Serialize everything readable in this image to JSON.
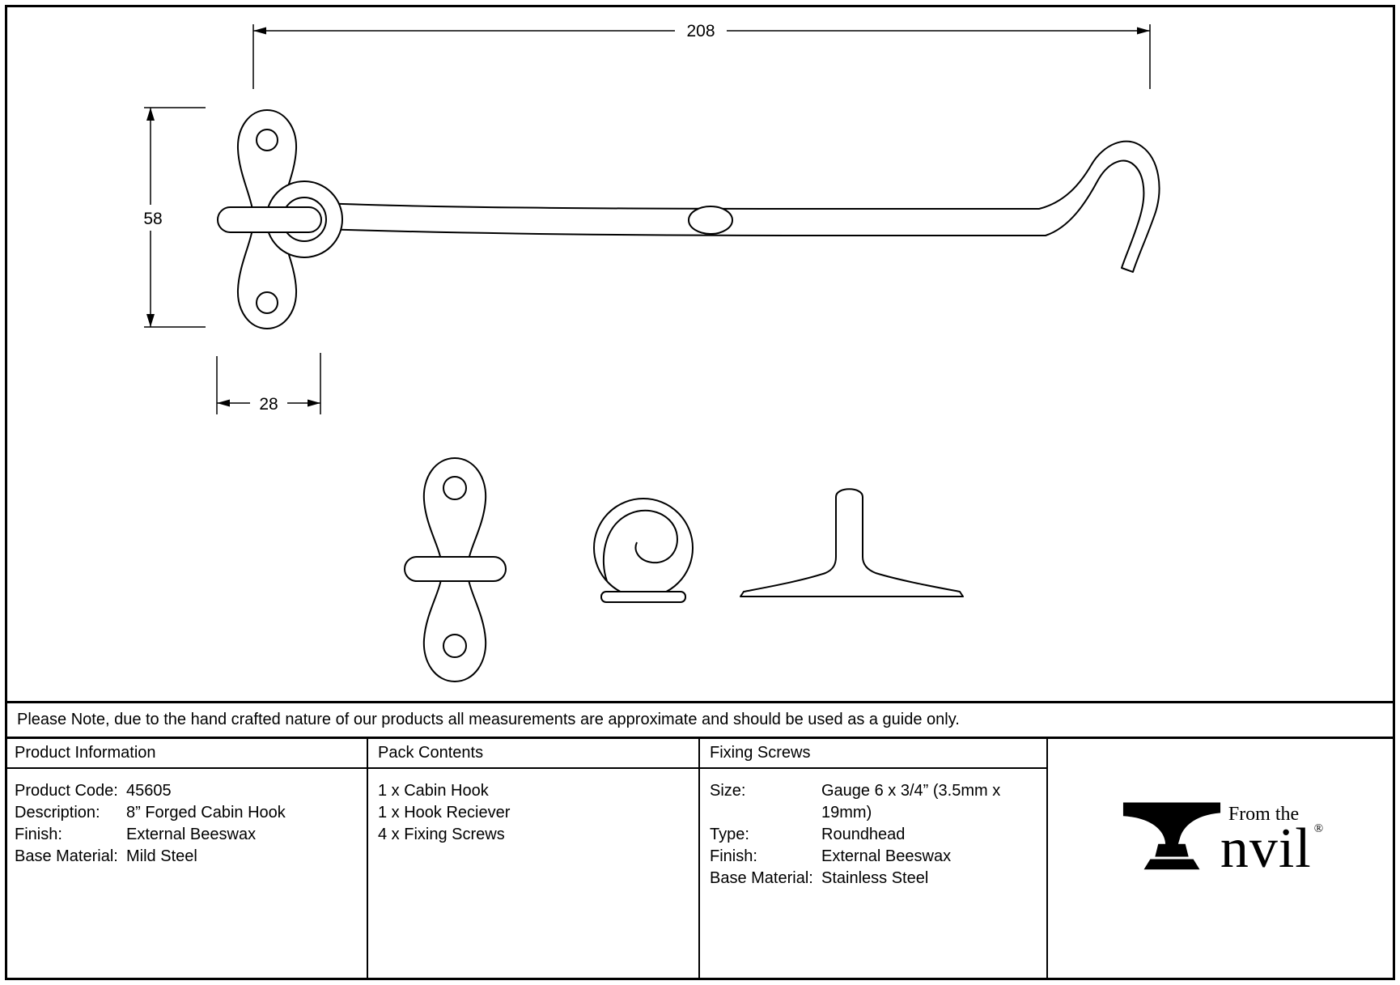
{
  "drawing": {
    "dim_length": "208",
    "dim_height": "58",
    "dim_width": "28"
  },
  "note": "Please Note, due to the hand crafted nature of our products all measurements are approximate and should be used as a guide only.",
  "product_info": {
    "header": "Product Information",
    "rows": [
      {
        "label": "Product Code:",
        "value": "45605"
      },
      {
        "label": "Description:",
        "value": "8” Forged Cabin Hook"
      },
      {
        "label": "Finish:",
        "value": "External Beeswax"
      },
      {
        "label": "Base Material:",
        "value": "Mild Steel"
      }
    ]
  },
  "pack_contents": {
    "header": "Pack Contents",
    "items": [
      "1 x Cabin Hook",
      "1 x Hook Reciever",
      "4 x Fixing Screws"
    ]
  },
  "fixing_screws": {
    "header": "Fixing Screws",
    "rows": [
      {
        "label": "Size:",
        "value": "Gauge 6 x 3/4” (3.5mm x 19mm)"
      },
      {
        "label": "Type:",
        "value": "Roundhead"
      },
      {
        "label": "Finish:",
        "value": "External Beeswax"
      },
      {
        "label": "Base Material:",
        "value": "Stainless Steel"
      }
    ]
  },
  "logo": {
    "from_the": "From the",
    "brand_suffix": "nvil",
    "registered": "®"
  }
}
